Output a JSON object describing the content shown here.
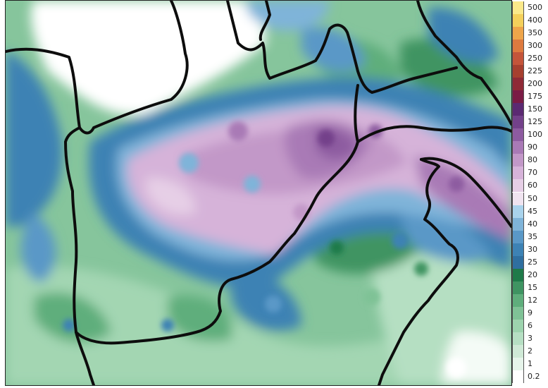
{
  "colors": {
    "c0": "#ffffff",
    "c1": "#cfe9d6",
    "c2": "#b6dfc3",
    "c3": "#9dd3ae",
    "c4": "#7fc296",
    "c5": "#5fae7c",
    "c6": "#3f9462",
    "c7": "#1f7a49",
    "c8": "#2f6fa0",
    "c9": "#3d82b4",
    "c10": "#5a98c7",
    "c11": "#7fb4d9",
    "c12": "#a9d3ec",
    "c13": "#e6cfe6",
    "c14": "#d6b3d9",
    "c15": "#c298c8",
    "c16": "#a97ab6",
    "c17": "#8d5ba0",
    "c18": "#73418a",
    "c19": "#5b2a72",
    "c20": "#7a1c45",
    "c21": "#8f2a36",
    "c22": "#a6402f",
    "c23": "#c4553a",
    "c24": "#dd7a3f",
    "c25": "#eea54a",
    "c26": "#f4d05b",
    "c27": "#fbe98a",
    "border": "#0d0d0d"
  },
  "legend": {
    "labels": [
      "500",
      "400",
      "350",
      "300",
      "250",
      "225",
      "200",
      "175",
      "150",
      "125",
      "100",
      "90",
      "80",
      "70",
      "60",
      "50",
      "45",
      "40",
      "35",
      "30",
      "25",
      "20",
      "15",
      "12",
      "9",
      "6",
      "3",
      "2",
      "1",
      "0.2"
    ],
    "colors": [
      "#fbe98a",
      "#f4d05b",
      "#eea54a",
      "#dd7a3f",
      "#c4553a",
      "#a6402f",
      "#8f2a36",
      "#7a1c45",
      "#5b2a72",
      "#73418a",
      "#8d5ba0",
      "#a97ab6",
      "#c298c8",
      "#d6b3d9",
      "#e6cfe6",
      "#f0e4f0",
      "#a9d3ec",
      "#7fb4d9",
      "#5a98c7",
      "#3d82b4",
      "#2f6fa0",
      "#1f7a49",
      "#3f9462",
      "#5fae7c",
      "#7fc296",
      "#9dd3ae",
      "#b6dfc3",
      "#cfe9d6",
      "#e6f4ea",
      "#ffffff"
    ]
  }
}
